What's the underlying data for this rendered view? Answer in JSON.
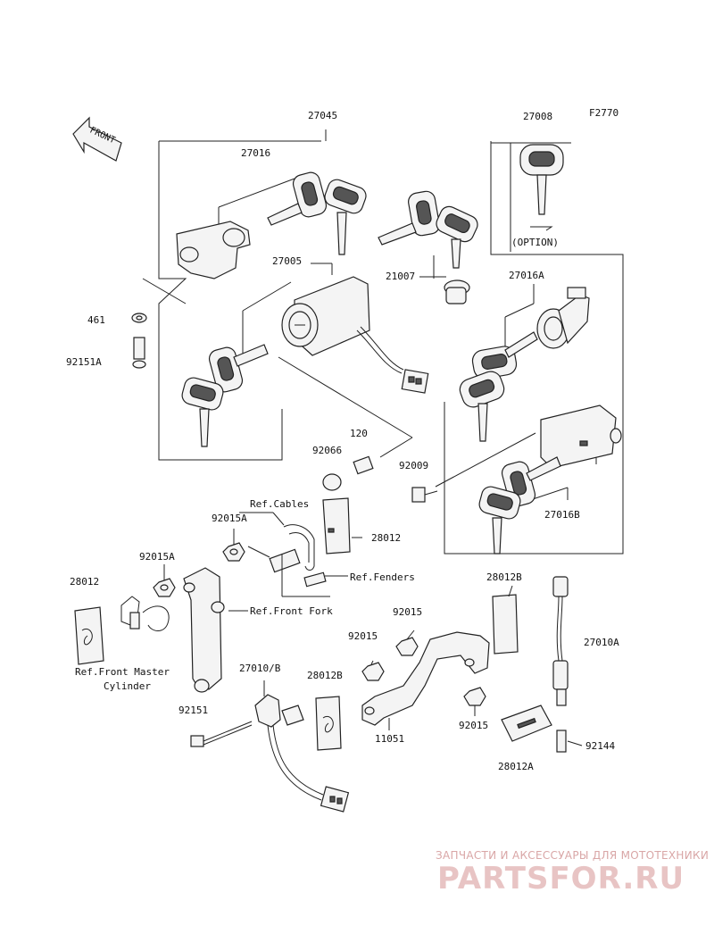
{
  "figure_code": "F2770",
  "front_arrow_label": "FRONT",
  "labels": {
    "p27045": "27045",
    "p27008": "27008",
    "p27016": "27016",
    "option": "(OPTION)",
    "p27005": "27005",
    "p21007": "21007",
    "p27016A": "27016A",
    "p461": "461",
    "p92151A": "92151A",
    "p120": "120",
    "p92066": "92066",
    "p92009": "92009",
    "p27016B": "27016B",
    "ref_cables": "Ref.Cables",
    "p92015A_top": "92015A",
    "p28012_top": "28012",
    "p92015A_left": "92015A",
    "ref_fenders": "Ref.Fenders",
    "p28012_left": "28012",
    "ref_front_fork": "Ref.Front Fork",
    "p28012B_top": "28012B",
    "p92015_a": "92015",
    "p92015_b": "92015",
    "p27010A": "27010A",
    "ref_master_1": "Ref.Front Master",
    "ref_master_2": "Cylinder",
    "p27010B": "27010/B",
    "p28012B_mid": "28012B",
    "p92151": "92151",
    "p11051": "11051",
    "p92015_c": "92015",
    "p92144": "92144",
    "p28012A": "28012A"
  },
  "watermark": {
    "line1": "ЗАПЧАСТИ И АКСЕССУАРЫ ДЛЯ МОТОТЕХНИКИ",
    "line2": "PARTSFOR.RU"
  }
}
